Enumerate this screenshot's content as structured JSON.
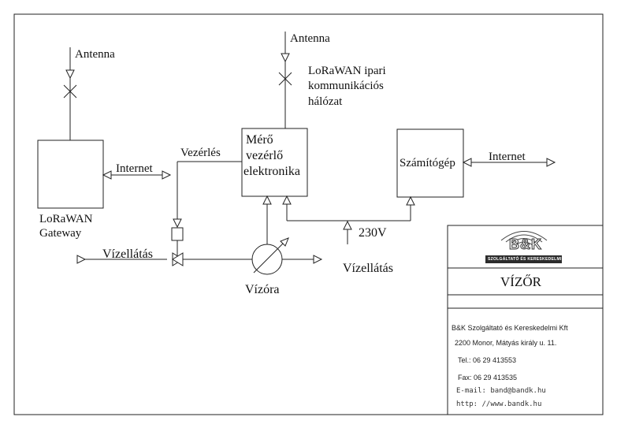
{
  "diagram": {
    "gateway": {
      "antenna_label": "Antenna",
      "name_line1": "LoRaWAN",
      "name_line2": "Gateway",
      "internet_label": "Internet"
    },
    "controller": {
      "antenna_label": "Antenna",
      "network_line1": "LoRaWAN ipari",
      "network_line2": "kommunikációs",
      "network_line3": "hálózat",
      "name_line1": "Mérő",
      "name_line2": "vezérlő",
      "name_line3": "elektronika",
      "control_label": "Vezérlés"
    },
    "computer": {
      "name": "Számítógép",
      "internet_label": "Internet"
    },
    "power_label": "230V",
    "water_in_label": "Vízellátás",
    "water_out_label": "Vízellátás",
    "meter_label": "Vízóra"
  },
  "title_block": {
    "logo_text": "B&K",
    "logo_subtitle": "SZOLGÁLTATÓ ÉS KERESKEDELMI KFT.",
    "title": "VÍZŐR",
    "company": "B&K Szolgáltató és Kereskedelmi Kft",
    "address": "2200 Monor, Mátyás király u. 11.",
    "phone": "Tel.: 06 29 413553",
    "fax": "Fax: 06 29 413535",
    "email": "E-mail:  band@bandk.hu",
    "web": "http:  //www.bandk.hu"
  }
}
